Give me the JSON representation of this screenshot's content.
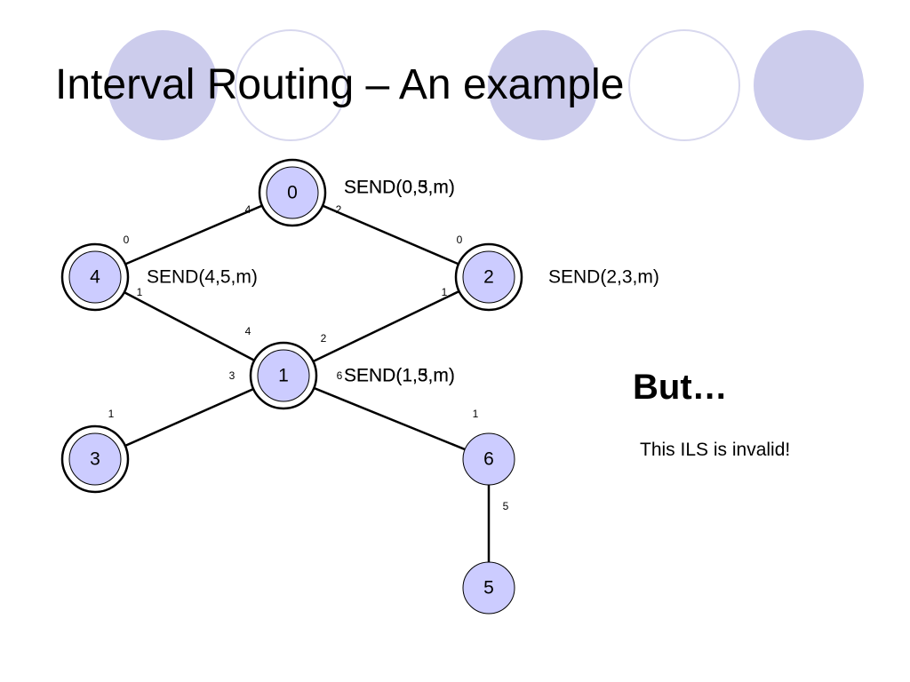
{
  "title": "Interval Routing – An example",
  "but_heading": "But…",
  "note": "This ILS is invalid!",
  "colors": {
    "deco_fill": "#ccccec",
    "deco_stroke": "#d8d8ee",
    "node_fill": "#ccccff",
    "edge": "#000000"
  },
  "nodes": [
    {
      "id": "0",
      "label": "0",
      "ring": true
    },
    {
      "id": "4",
      "label": "4",
      "ring": true
    },
    {
      "id": "2",
      "label": "2",
      "ring": true
    },
    {
      "id": "1",
      "label": "1",
      "ring": true
    },
    {
      "id": "3",
      "label": "3",
      "ring": true
    },
    {
      "id": "6",
      "label": "6",
      "ring": false
    },
    {
      "id": "5",
      "label": "5",
      "ring": false
    }
  ],
  "edges": [
    {
      "from": "0",
      "to": "4",
      "label_from": "4",
      "label_to": "0"
    },
    {
      "from": "0",
      "to": "2",
      "label_from": "2",
      "label_to": "0"
    },
    {
      "from": "4",
      "to": "1",
      "label_from": "1",
      "label_to": "4"
    },
    {
      "from": "2",
      "to": "1",
      "label_from": "1",
      "label_to": "2"
    },
    {
      "from": "1",
      "to": "3",
      "label_from": "3",
      "label_to": "1"
    },
    {
      "from": "1",
      "to": "6",
      "label_from": "6",
      "label_to": "1"
    },
    {
      "from": "6",
      "to": "5",
      "label_from": "5",
      "label_to": ""
    }
  ],
  "send_labels": [
    {
      "node": "0",
      "texts": [
        "SEND(0,5,m)",
        "SEND(0,3,m)"
      ]
    },
    {
      "node": "4",
      "texts": [
        "SEND(4,5,m)"
      ]
    },
    {
      "node": "2",
      "texts": [
        "SEND(2,3,m)"
      ]
    },
    {
      "node": "1",
      "texts": [
        "SEND(1,5,m)",
        "SEND(1,3,m)"
      ]
    }
  ]
}
